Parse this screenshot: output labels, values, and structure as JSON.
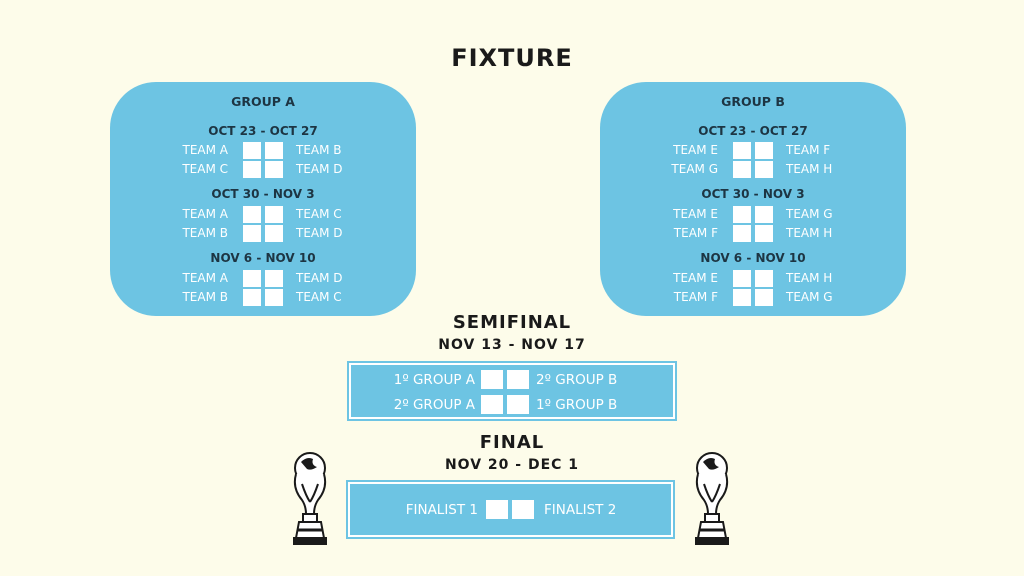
{
  "title": "FIXTURE",
  "groups": [
    {
      "name": "GROUP A",
      "rounds": [
        {
          "date": "OCT 23 - OCT 27",
          "matches": [
            {
              "home": "TEAM A",
              "away": "TEAM B"
            },
            {
              "home": "TEAM C",
              "away": "TEAM D"
            }
          ]
        },
        {
          "date": "OCT 30 - NOV 3",
          "matches": [
            {
              "home": "TEAM A",
              "away": "TEAM C"
            },
            {
              "home": "TEAM B",
              "away": "TEAM D"
            }
          ]
        },
        {
          "date": "NOV 6 - NOV 10",
          "matches": [
            {
              "home": "TEAM A",
              "away": "TEAM D"
            },
            {
              "home": "TEAM B",
              "away": "TEAM C"
            }
          ]
        }
      ]
    },
    {
      "name": "GROUP B",
      "rounds": [
        {
          "date": "OCT 23 - OCT 27",
          "matches": [
            {
              "home": "TEAM E",
              "away": "TEAM F"
            },
            {
              "home": "TEAM G",
              "away": "TEAM H"
            }
          ]
        },
        {
          "date": "OCT 30 - NOV 3",
          "matches": [
            {
              "home": "TEAM E",
              "away": "TEAM G"
            },
            {
              "home": "TEAM F",
              "away": "TEAM H"
            }
          ]
        },
        {
          "date": "NOV 6 - NOV 10",
          "matches": [
            {
              "home": "TEAM E",
              "away": "TEAM H"
            },
            {
              "home": "TEAM F",
              "away": "TEAM G"
            }
          ]
        }
      ]
    }
  ],
  "semifinal": {
    "title": "SEMIFINAL",
    "date": "NOV 13 - NOV 17",
    "matches": [
      {
        "home": "1º GROUP A",
        "away": "2º GROUP B"
      },
      {
        "home": "2º GROUP A",
        "away": "1º GROUP B"
      }
    ]
  },
  "final": {
    "title": "FINAL",
    "date": "NOV 20 - DEC 1",
    "match": {
      "home": "FINALIST 1",
      "away": "FINALIST 2"
    }
  },
  "icons": {
    "trophy": "world-cup-trophy-icon"
  },
  "colors": {
    "background": "#fdfcea",
    "card": "#6dc4e3",
    "heading": "#1a1a1a",
    "score_box": "#ffffff"
  }
}
